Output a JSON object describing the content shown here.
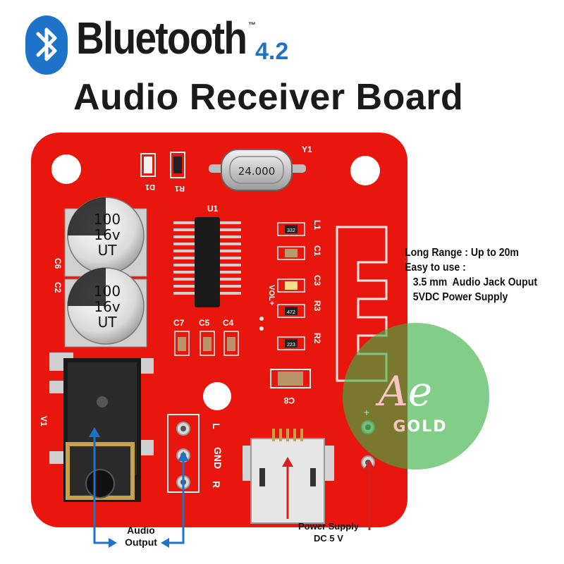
{
  "header": {
    "brand": "Bluetooth",
    "trademark": "™",
    "version": "4.2",
    "headline": "Audio Receiver Board"
  },
  "features": [
    "Long Range : Up to 20m",
    "Easy to use :",
    "   3.5 mm  Audio Jack Ouput",
    "   5VDC Power Supply"
  ],
  "board": {
    "crystal": "24.000",
    "capacitor_top": [
      "100",
      "16v",
      "UT"
    ],
    "capacitor_bottom": [
      "100",
      "16v",
      "UT"
    ],
    "labels": {
      "y1": "Y1",
      "u1": "U1",
      "d1": "D1",
      "r1": "R1",
      "c6": "C6",
      "c2": "C2",
      "c7": "C7",
      "c5": "C5",
      "c4": "C4",
      "l1": "L1",
      "c1": "C1",
      "c3": "C3",
      "r3": "R3",
      "r2": "R2",
      "c8": "C8",
      "vol": "VOL+",
      "v1": "V1",
      "l": "L",
      "gnd": "GND",
      "r": "R",
      "plus": "+"
    },
    "resistor_codes": [
      "332",
      "472",
      "223"
    ]
  },
  "watermark": {
    "mark": "Ae",
    "text": "GOLD"
  },
  "callouts": {
    "audio_output": [
      "Audio",
      "Output"
    ],
    "power_supply": [
      "Power Supply",
      "DC 5 V"
    ]
  },
  "colors": {
    "pcb": "#e8160c",
    "bluetooth_blue": "#1e73c8",
    "arrow_blue": "#1e73c8",
    "arrow_red": "#d42020",
    "watermark_green": "#3cb043"
  }
}
